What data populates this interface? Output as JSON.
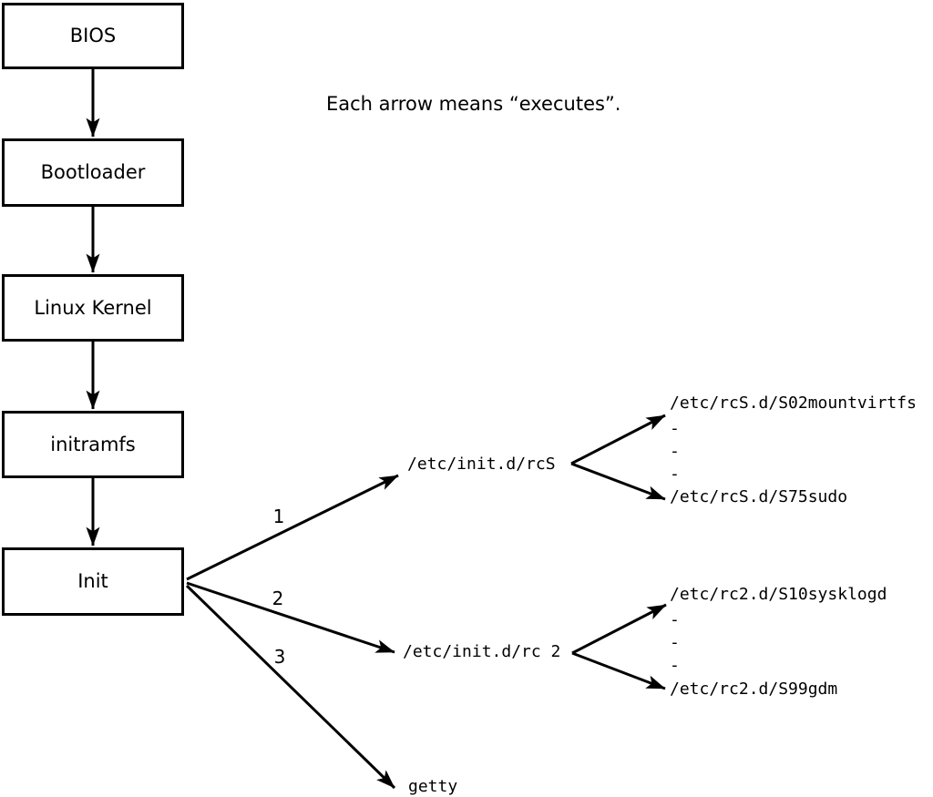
{
  "note": "Each arrow means “executes”.",
  "chain": [
    {
      "label": "BIOS"
    },
    {
      "label": "Bootloader"
    },
    {
      "label": "Linux Kernel"
    },
    {
      "label": "initramfs"
    },
    {
      "label": "Init"
    }
  ],
  "init_targets": [
    {
      "order": "1",
      "label": "/etc/init.d/rcS"
    },
    {
      "order": "2",
      "label": "/etc/init.d/rc 2"
    },
    {
      "order": "3",
      "label": "getty"
    }
  ],
  "rcS_scripts": {
    "first": "/etc/rcS.d/S02mountvirtfs",
    "dots": [
      "-",
      "-",
      "-"
    ],
    "last": "/etc/rcS.d/S75sudo"
  },
  "rc2_scripts": {
    "first": "/etc/rc2.d/S10sysklogd",
    "dots": [
      "-",
      "-",
      "-"
    ],
    "last": "/etc/rc2.d/S99gdm"
  },
  "colors": {
    "ink": "#000000",
    "background": "#ffffff"
  }
}
